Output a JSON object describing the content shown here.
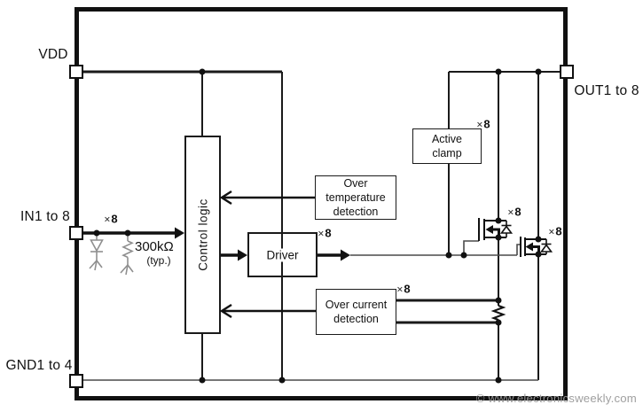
{
  "diagram": {
    "kind": "IC block diagram (8-channel low-side driver with protection)",
    "pins": {
      "vdd": {
        "label": "VDD"
      },
      "in": {
        "label": "IN1 to 8"
      },
      "gnd": {
        "label": "GND1 to 4"
      },
      "out": {
        "label": "OUT1 to 8"
      }
    },
    "blocks": {
      "control_logic": {
        "label": "Control logic"
      },
      "driver": {
        "label": "Driver"
      },
      "over_temperature": {
        "line1": "Over temperature",
        "line2": "detection"
      },
      "over_current": {
        "line1": "Over current",
        "line2": "detection"
      },
      "active_clamp": {
        "line1": "Active",
        "line2": "clamp"
      }
    },
    "annotations": {
      "multiplier_sign": "×",
      "multiplier_count": "8",
      "input_resistor_value": "300kΩ",
      "input_resistor_note": "(typ.)"
    },
    "watermark": {
      "text": "© www.electronicsweekly.com"
    },
    "colors": {
      "line": "#1a1a1a",
      "thin_line": "#4a4a4a",
      "gray_component": "#8f8f8f",
      "watermark": "#9a9a9a",
      "background": "#ffffff"
    }
  }
}
